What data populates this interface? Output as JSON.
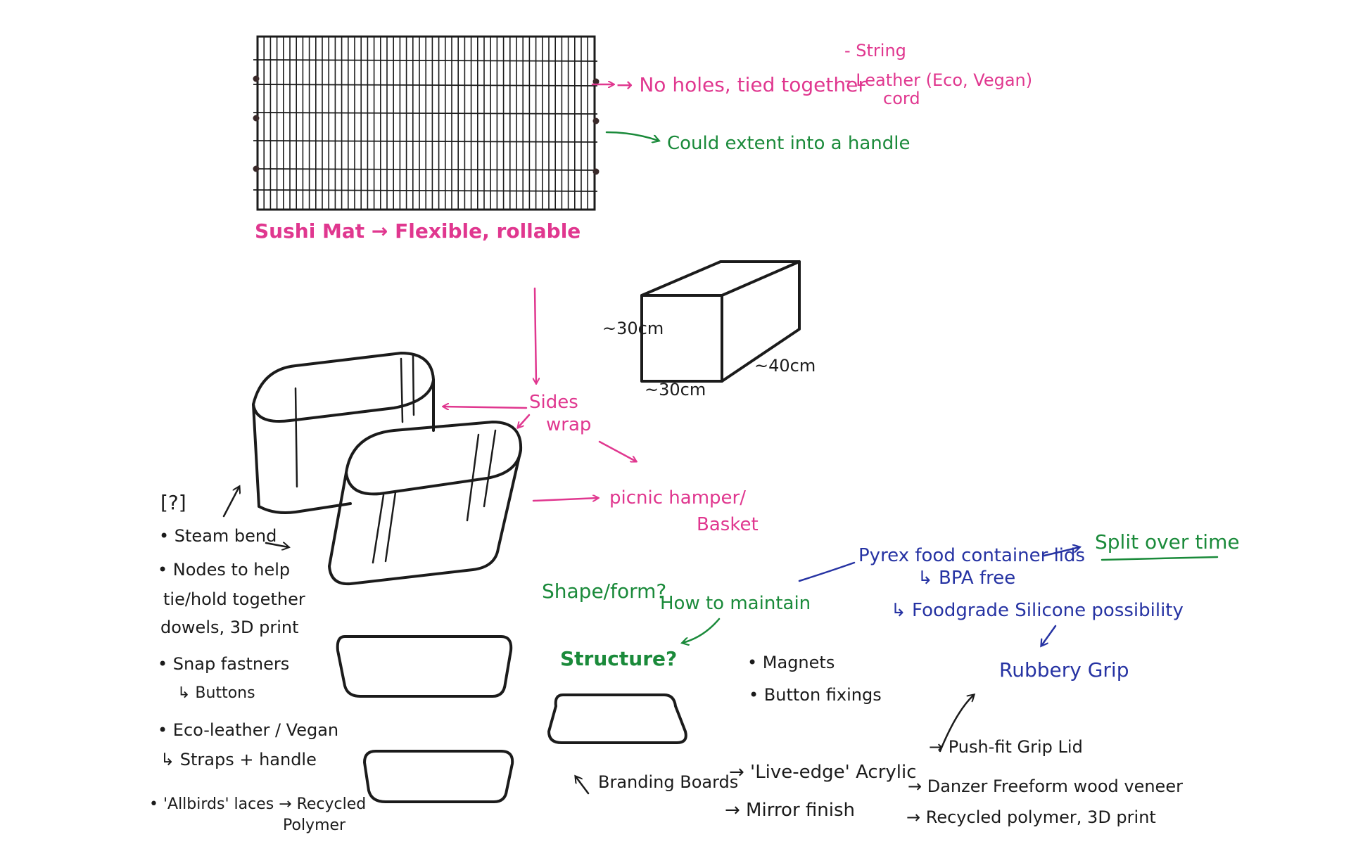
{
  "colors": {
    "pink": "#e0378f",
    "green": "#1a8a3a",
    "blue": "#2633a3",
    "ink": "#1b1b1b"
  },
  "mat": {
    "no_holes": "→ No holes, tied together",
    "string": "- String",
    "leather": "- Leather (Eco, Vegan)",
    "cord": "cord",
    "handle": "Could extent into a handle",
    "caption": "Sushi Mat → Flexible, rollable"
  },
  "box": {
    "height": "~30cm",
    "depth": "~40cm",
    "width": "~30cm"
  },
  "wrap": {
    "sides": "Sides",
    "wrap": "wrap",
    "hamper": "picnic hamper/",
    "basket": "Basket"
  },
  "questions": {
    "box_mark": "[?]",
    "shape": "Shape/form?",
    "how": "How to maintain",
    "structure": "Structure?"
  },
  "notes": {
    "steam": "• Steam bend",
    "nodes1": "• Nodes to help",
    "nodes2": "tie/hold together",
    "nodes3": "dowels, 3D print",
    "snap": "• Snap fastners",
    "buttons": "↳ Buttons",
    "eco1": "• Eco-leather / Vegan",
    "eco2": "↳ Straps + handle",
    "allbirds1": "• 'Allbirds' laces → Recycled",
    "allbirds2": "Polymer",
    "magnets": "• Magnets",
    "button_fix": "• Button fixings"
  },
  "lids": {
    "pyrex": "Pyrex food container lids",
    "bpa": "↳ BPA free",
    "split": "Split over time",
    "silicone": "↳ Foodgrade Silicone possibility",
    "grip": "Rubbery Grip"
  },
  "branding": {
    "boards": "Branding Boards",
    "live_edge": "→ 'Live-edge' Acrylic",
    "push_fit": "→ Push-fit Grip Lid",
    "mirror": "→ Mirror finish",
    "danzer": "→ Danzer Freeform wood veneer",
    "recycled": "→ Recycled polymer, 3D print"
  }
}
